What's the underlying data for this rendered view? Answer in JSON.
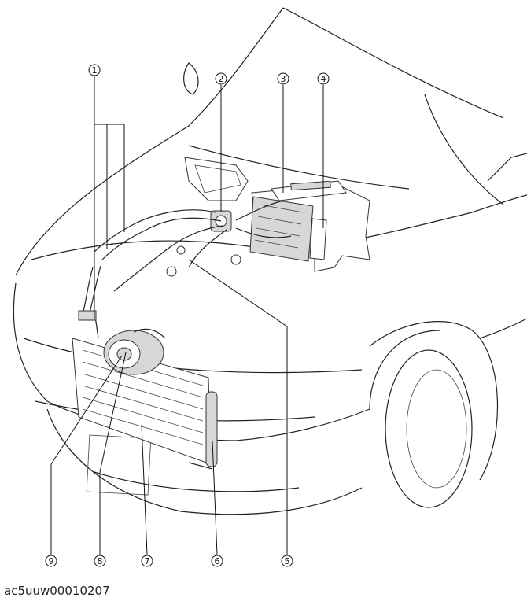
{
  "figure_id": "ac5uuw00010207",
  "callouts": [
    {
      "num": "1",
      "label": "①"
    },
    {
      "num": "2",
      "label": "②"
    },
    {
      "num": "3",
      "label": "③"
    },
    {
      "num": "4",
      "label": "④"
    },
    {
      "num": "5",
      "label": "⑤"
    },
    {
      "num": "6",
      "label": "⑥"
    },
    {
      "num": "7",
      "label": "⑦"
    },
    {
      "num": "8",
      "label": "⑧"
    },
    {
      "num": "9",
      "label": "⑨"
    }
  ]
}
